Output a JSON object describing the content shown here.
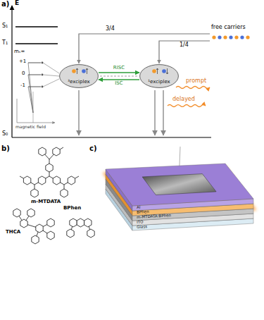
{
  "diagram": {
    "nodes": [
      {
        "text": [
          "³exciplex"
        ]
      },
      {
        "text": [
          "¹exciplex"
        ]
      }
    ],
    "edges": [
      {
        "from": 0,
        "to": 1,
        "label": "RISC",
        "arrow": "to"
      },
      {
        "from": 1,
        "to": 0,
        "label": "ISC",
        "arrow": "to"
      }
    ],
    "labels": [
      "a)",
      "E",
      "S₁",
      "T₁",
      "mₛ=",
      "+1",
      "0",
      "-1",
      "magnetic field",
      "3/4",
      "1/4",
      "free carriers",
      "prompt",
      "delayed",
      "S₀",
      "b)",
      "m-MTDATA",
      "THCA",
      "BPhen",
      "c)",
      "Al",
      "BPhen",
      "m-MTDATA:BPhen",
      "ITO",
      "Glass"
    ]
  }
}
